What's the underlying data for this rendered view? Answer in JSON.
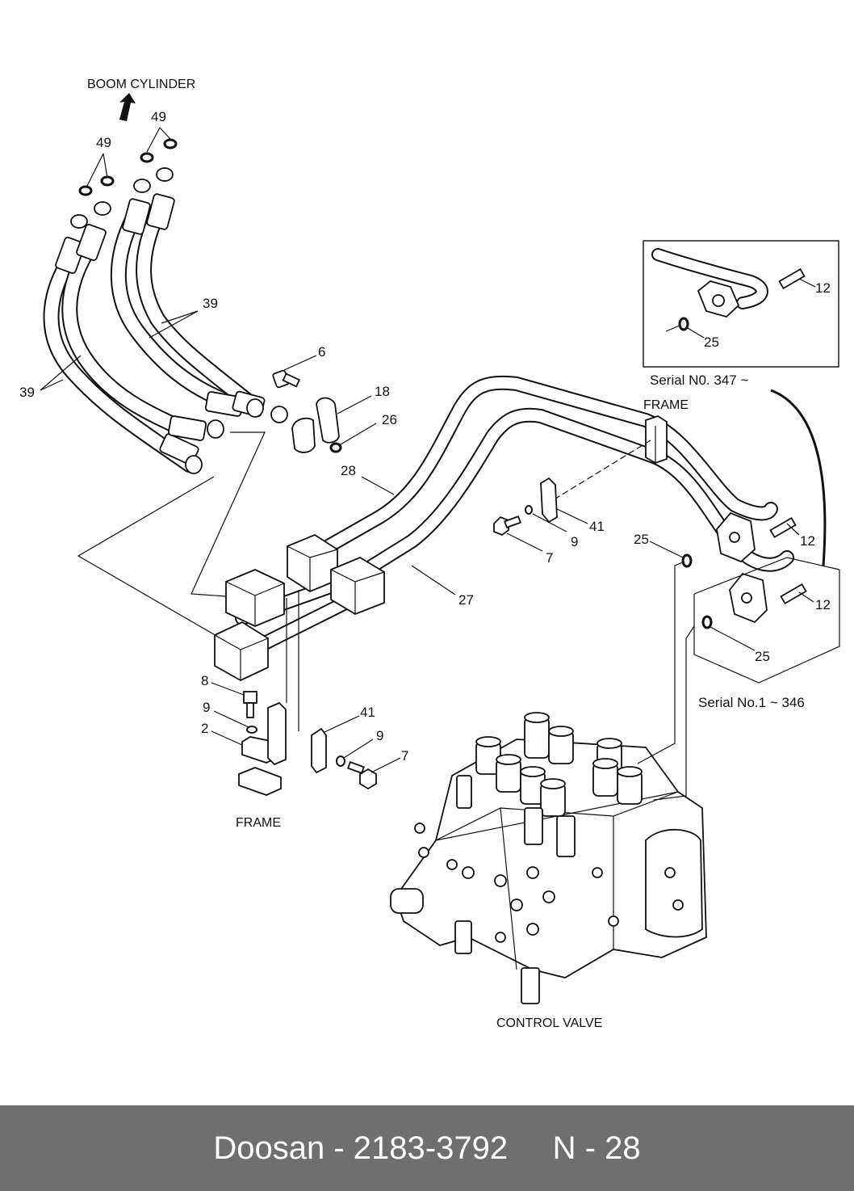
{
  "captions": {
    "boom_cylinder": "BOOM CYLINDER",
    "frame_top": "FRAME",
    "frame_bottom": "FRAME",
    "control_valve": "CONTROL VALVE",
    "serial_new": "Serial N0. 347 ~",
    "serial_old": "Serial No.1 ~ 346"
  },
  "callouts": {
    "c49a": "49",
    "c49b": "49",
    "c39a": "39",
    "c39b": "39",
    "c6": "6",
    "c18": "18",
    "c26": "26",
    "c28": "28",
    "c41a": "41",
    "c9a": "9",
    "c7a": "7",
    "c27": "27",
    "c25a": "25",
    "c12a": "12",
    "c12b": "12",
    "c25b": "25",
    "c12c": "12",
    "c25c": "25",
    "c8": "8",
    "c9b": "9",
    "c2": "2",
    "c41b": "41",
    "c9c": "9",
    "c7b": "7"
  },
  "footer": {
    "brand": "Doosan",
    "separator": " - ",
    "part_number": "2183-3792",
    "page_code": "N - 28"
  }
}
